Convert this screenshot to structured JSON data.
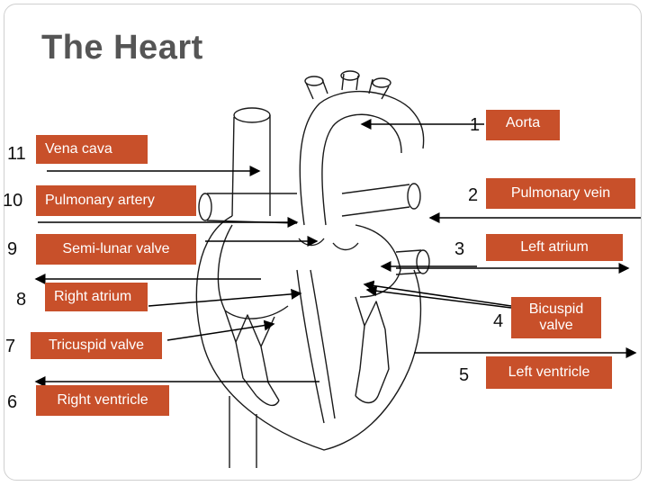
{
  "title": "The Heart",
  "colors": {
    "label_fill": "#c8502a",
    "label_text": "#ffffff",
    "line": "#000000",
    "title": "#555555"
  },
  "left_labels": [
    {
      "number": "11",
      "text": "Vena cava"
    },
    {
      "number": "10",
      "text": "Pulmonary artery"
    },
    {
      "number": "9",
      "text": "Semi-lunar valve"
    },
    {
      "number": "8",
      "text": "Right atrium"
    },
    {
      "number": "7",
      "text": "Tricuspid valve"
    },
    {
      "number": "6",
      "text": "Right ventricle"
    }
  ],
  "right_labels": [
    {
      "number": "1",
      "text": "Aorta"
    },
    {
      "number": "2",
      "text": "Pulmonary vein"
    },
    {
      "number": "3",
      "text": "Left atrium"
    },
    {
      "number": "4",
      "text": "Bicuspid valve"
    },
    {
      "number": "5",
      "text": "Left ventricle"
    }
  ]
}
